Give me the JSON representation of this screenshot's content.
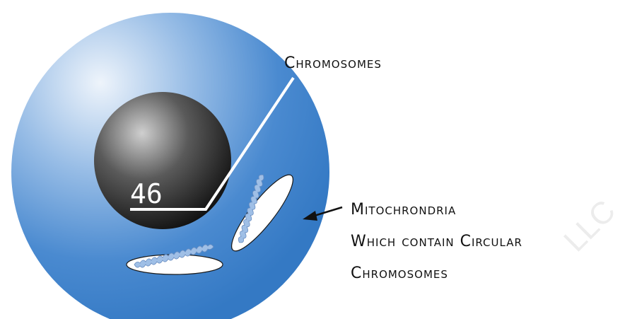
{
  "labels": {
    "chromosomes": "Chromosomes",
    "mito_line1": "Mitochrondria",
    "mito_line2": "Which contain Circular",
    "mito_line3": "Chromosomes"
  },
  "nucleus_number": "46",
  "colors": {
    "cell_light": "#eef4fb",
    "cell_mid": "#7ba7da",
    "cell_dark": "#3a7fc7",
    "nucleus_light": "#c9c9c9",
    "nucleus_dark": "#151515",
    "mito_fill": "#9fbfe6",
    "line": "#ffffff",
    "arrow": "#111111"
  },
  "watermark": "LLC"
}
